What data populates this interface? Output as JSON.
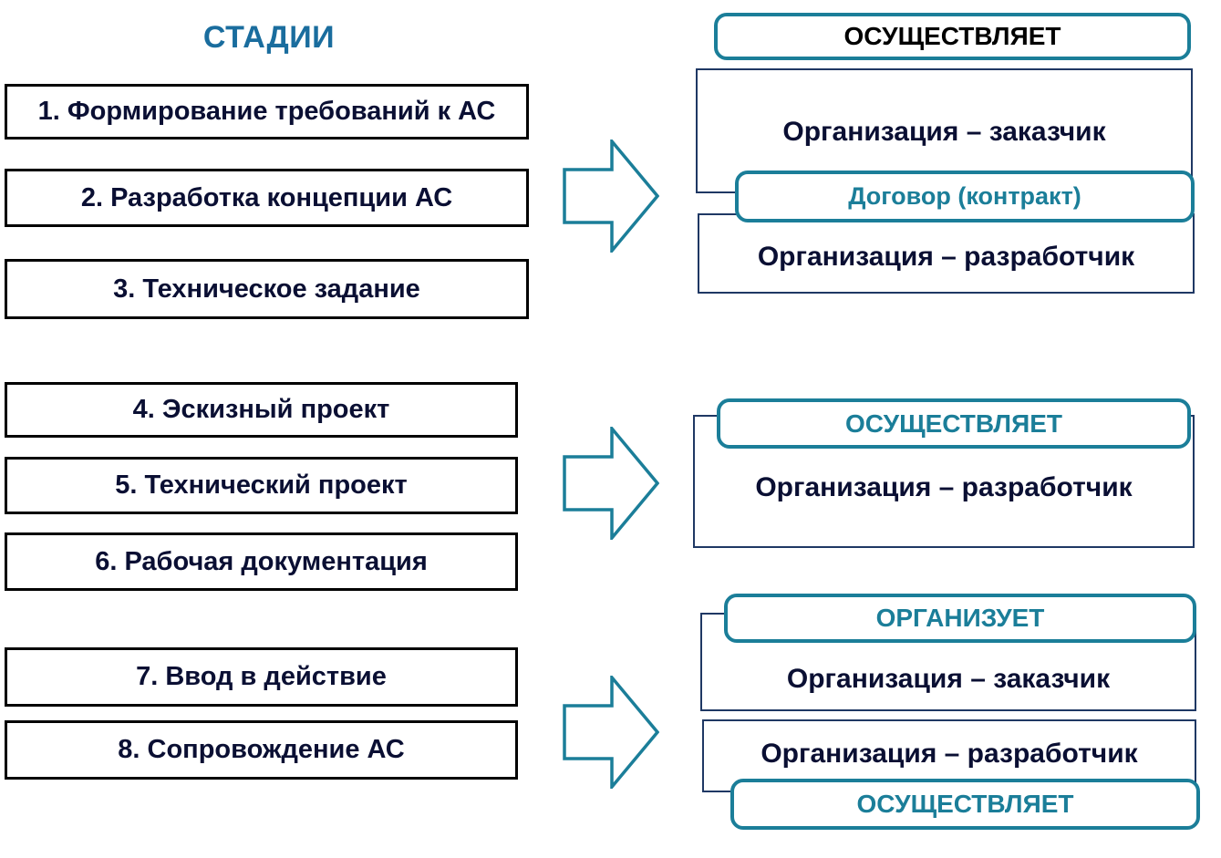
{
  "title": "СТАДИИ",
  "colors": {
    "accent_teal": "#1b7e99",
    "title_blue": "#1a6d9e",
    "dark_text": "#0a0f33",
    "stage_border": "#000000",
    "rect_border": "#1f3864"
  },
  "stages": [
    "1. Формирование требований к АС",
    "2. Разработка концепции АС",
    "3. Техническое задание",
    "4. Эскизный проект",
    "5. Технический проект",
    "6. Рабочая документация",
    "7. Ввод в действие",
    "8. Сопровождение АС"
  ],
  "panel1": {
    "header": "ОСУЩЕСТВЛЯЕТ",
    "customer": "Организация – заказчик",
    "contract": "Договор (контракт)",
    "developer": "Организация – разработчик"
  },
  "panel2": {
    "header": "ОСУЩЕСТВЛЯЕТ",
    "developer": "Организация – разработчик"
  },
  "panel3": {
    "organizes": "ОРГАНИЗУЕТ",
    "customer": "Организация – заказчик",
    "developer": "Организация – разработчик",
    "footer": "ОСУЩЕСТВЛЯЕТ"
  }
}
